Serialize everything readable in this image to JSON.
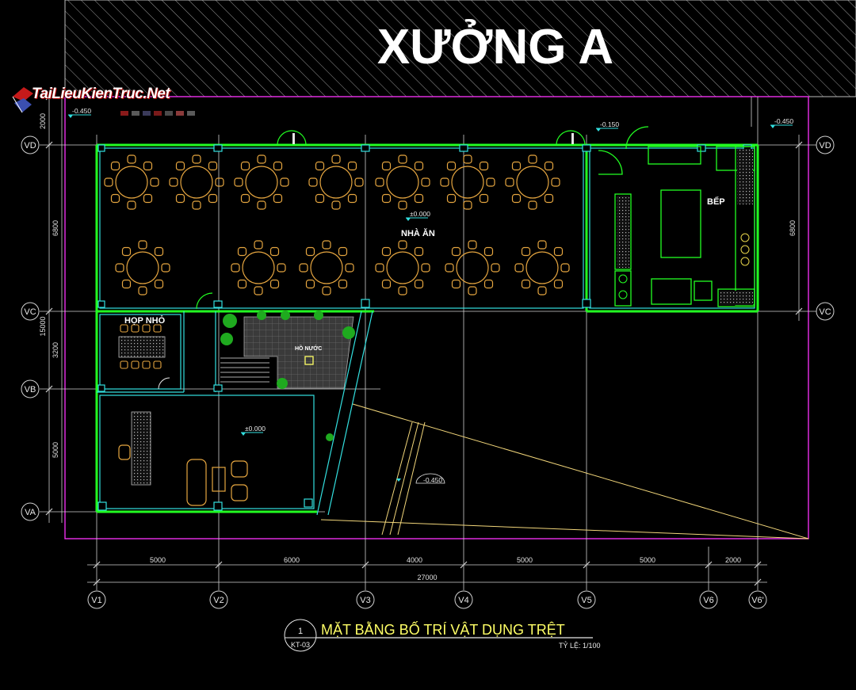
{
  "header_block": {
    "label": "XƯỞNG A"
  },
  "watermark": {
    "text": "TaiLieuKienTruc.Net"
  },
  "rooms": {
    "dining": "NHÀ ĂN",
    "kitchen": "BẾP",
    "meeting": "HỌP NHỎ",
    "pond": "HỒ NƯỚC"
  },
  "levels": {
    "top_left": "-0.450",
    "top_right": "-0.450",
    "kitchen_door": "-0.150",
    "dining": "±0.000",
    "lobby": "±0.000",
    "ramp": "-0.450"
  },
  "grid_rows": [
    "VD",
    "VC",
    "VB",
    "VA"
  ],
  "grid_cols": [
    "V1",
    "V2",
    "V3",
    "V4",
    "V5",
    "V6",
    "V6'"
  ],
  "dims_bottom": [
    "5000",
    "6000",
    "4000",
    "5000",
    "5000",
    "2000"
  ],
  "dim_total_bottom": "27000",
  "dims_left": [
    "2000",
    "6800",
    "3200",
    "5000"
  ],
  "dim_total_left": "15000",
  "dims_right": [
    "6800"
  ],
  "title_block": {
    "number": "1",
    "sheet": "KT-03",
    "title": "MẶT BẰNG BỐ TRÍ VẬT DỤNG TRỆT",
    "scale": "TỶ LỆ: 1/100"
  },
  "colors": {
    "wall": "#22ff22",
    "furniture": "#e6a640",
    "grid": "#cfcfcf",
    "boundary": "#ff33ff",
    "cyan": "#33e0e0",
    "yellow": "#ffff66"
  }
}
